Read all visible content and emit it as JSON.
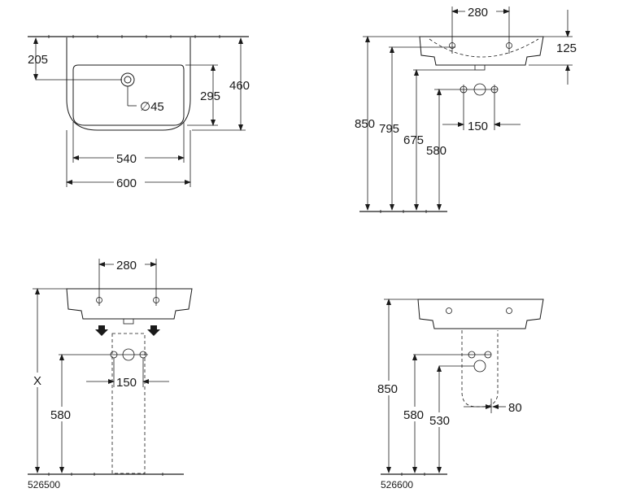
{
  "views": {
    "top_view": {
      "dims": {
        "faucet_to_rear": "205",
        "basin_depth": "295",
        "overall_depth": "460",
        "tap_hole_diameter": "∅45",
        "bowl_width": "540",
        "overall_width": "600"
      }
    },
    "side_view": {
      "dims": {
        "hole_spacing": "280",
        "rim_thickness": "125",
        "rim_height": "850",
        "bowl_bottom_height": "795",
        "trap_height": "675",
        "waste_height": "580",
        "supply_spacing": "150"
      }
    },
    "pedestal_view": {
      "dims": {
        "hole_spacing": "280",
        "supply_spacing": "150",
        "variable_height": "X",
        "waste_height": "580"
      },
      "product_code": "526500"
    },
    "semipedestal_view": {
      "dims": {
        "rim_height": "850",
        "waste_height": "580",
        "pedestal_bottom_height": "530",
        "pedestal_offset": "80"
      },
      "product_code": "526600"
    }
  }
}
